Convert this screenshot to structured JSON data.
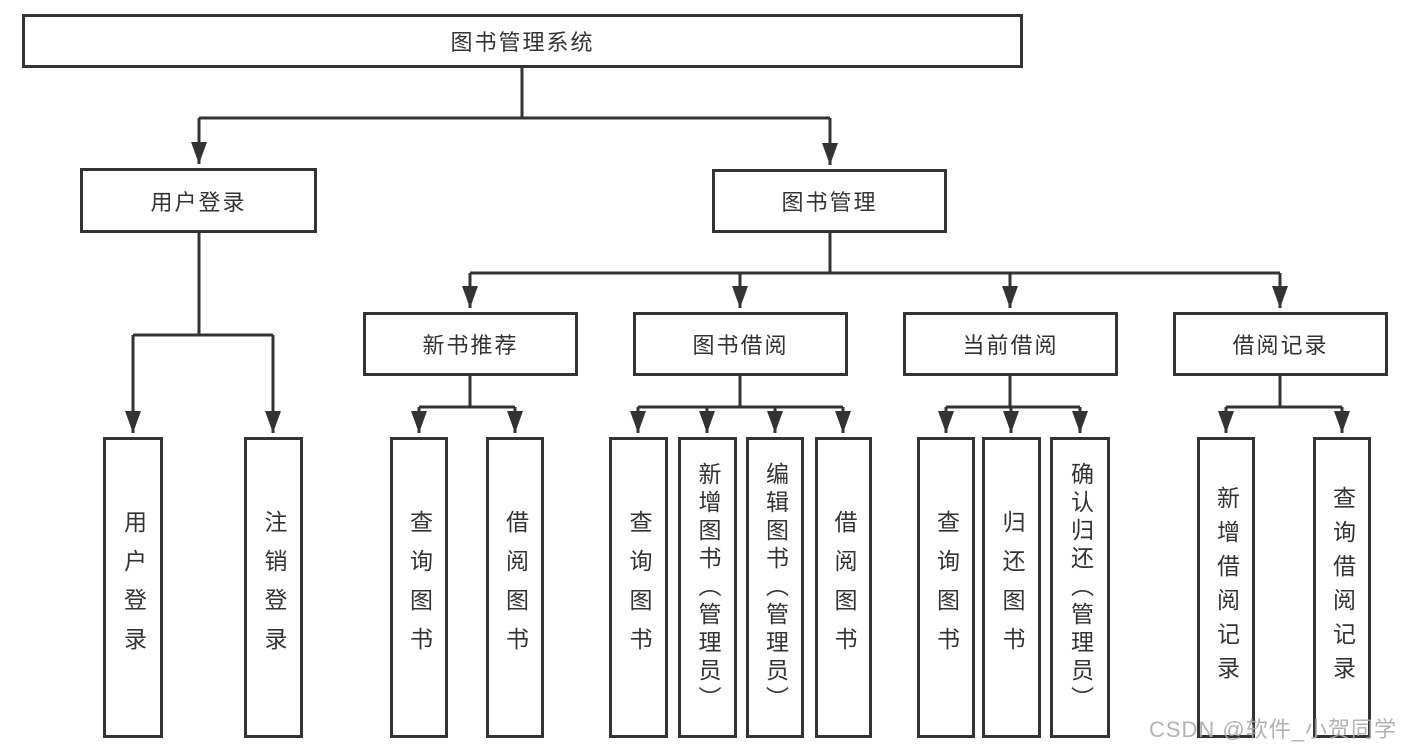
{
  "diagram": {
    "title": "图书管理系统",
    "type": "hierarchy-tree",
    "tree": {
      "label": "图书管理系统",
      "children": [
        {
          "label": "用户登录",
          "children": [
            {
              "label": "用户登录"
            },
            {
              "label": "注销登录"
            }
          ]
        },
        {
          "label": "图书管理",
          "children": [
            {
              "label": "新书推荐",
              "children": [
                {
                  "label": "查询图书"
                },
                {
                  "label": "借阅图书"
                }
              ]
            },
            {
              "label": "图书借阅",
              "children": [
                {
                  "label": "查询图书"
                },
                {
                  "label": "新增图书（管理员）"
                },
                {
                  "label": "编辑图书（管理员）"
                },
                {
                  "label": "借阅图书"
                }
              ]
            },
            {
              "label": "当前借阅",
              "children": [
                {
                  "label": "查询图书"
                },
                {
                  "label": "归还图书"
                },
                {
                  "label": "确认归还（管理员）"
                }
              ]
            },
            {
              "label": "借阅记录",
              "children": [
                {
                  "label": "新增借阅记录"
                },
                {
                  "label": "查询借阅记录"
                }
              ]
            }
          ]
        }
      ]
    }
  },
  "watermark": "CSDN @软件_小贺同学",
  "colors": {
    "background": "#ffffff",
    "line": "#333333",
    "box_border": "#333333",
    "text": "#333333",
    "watermark": "#aaaaaa"
  }
}
